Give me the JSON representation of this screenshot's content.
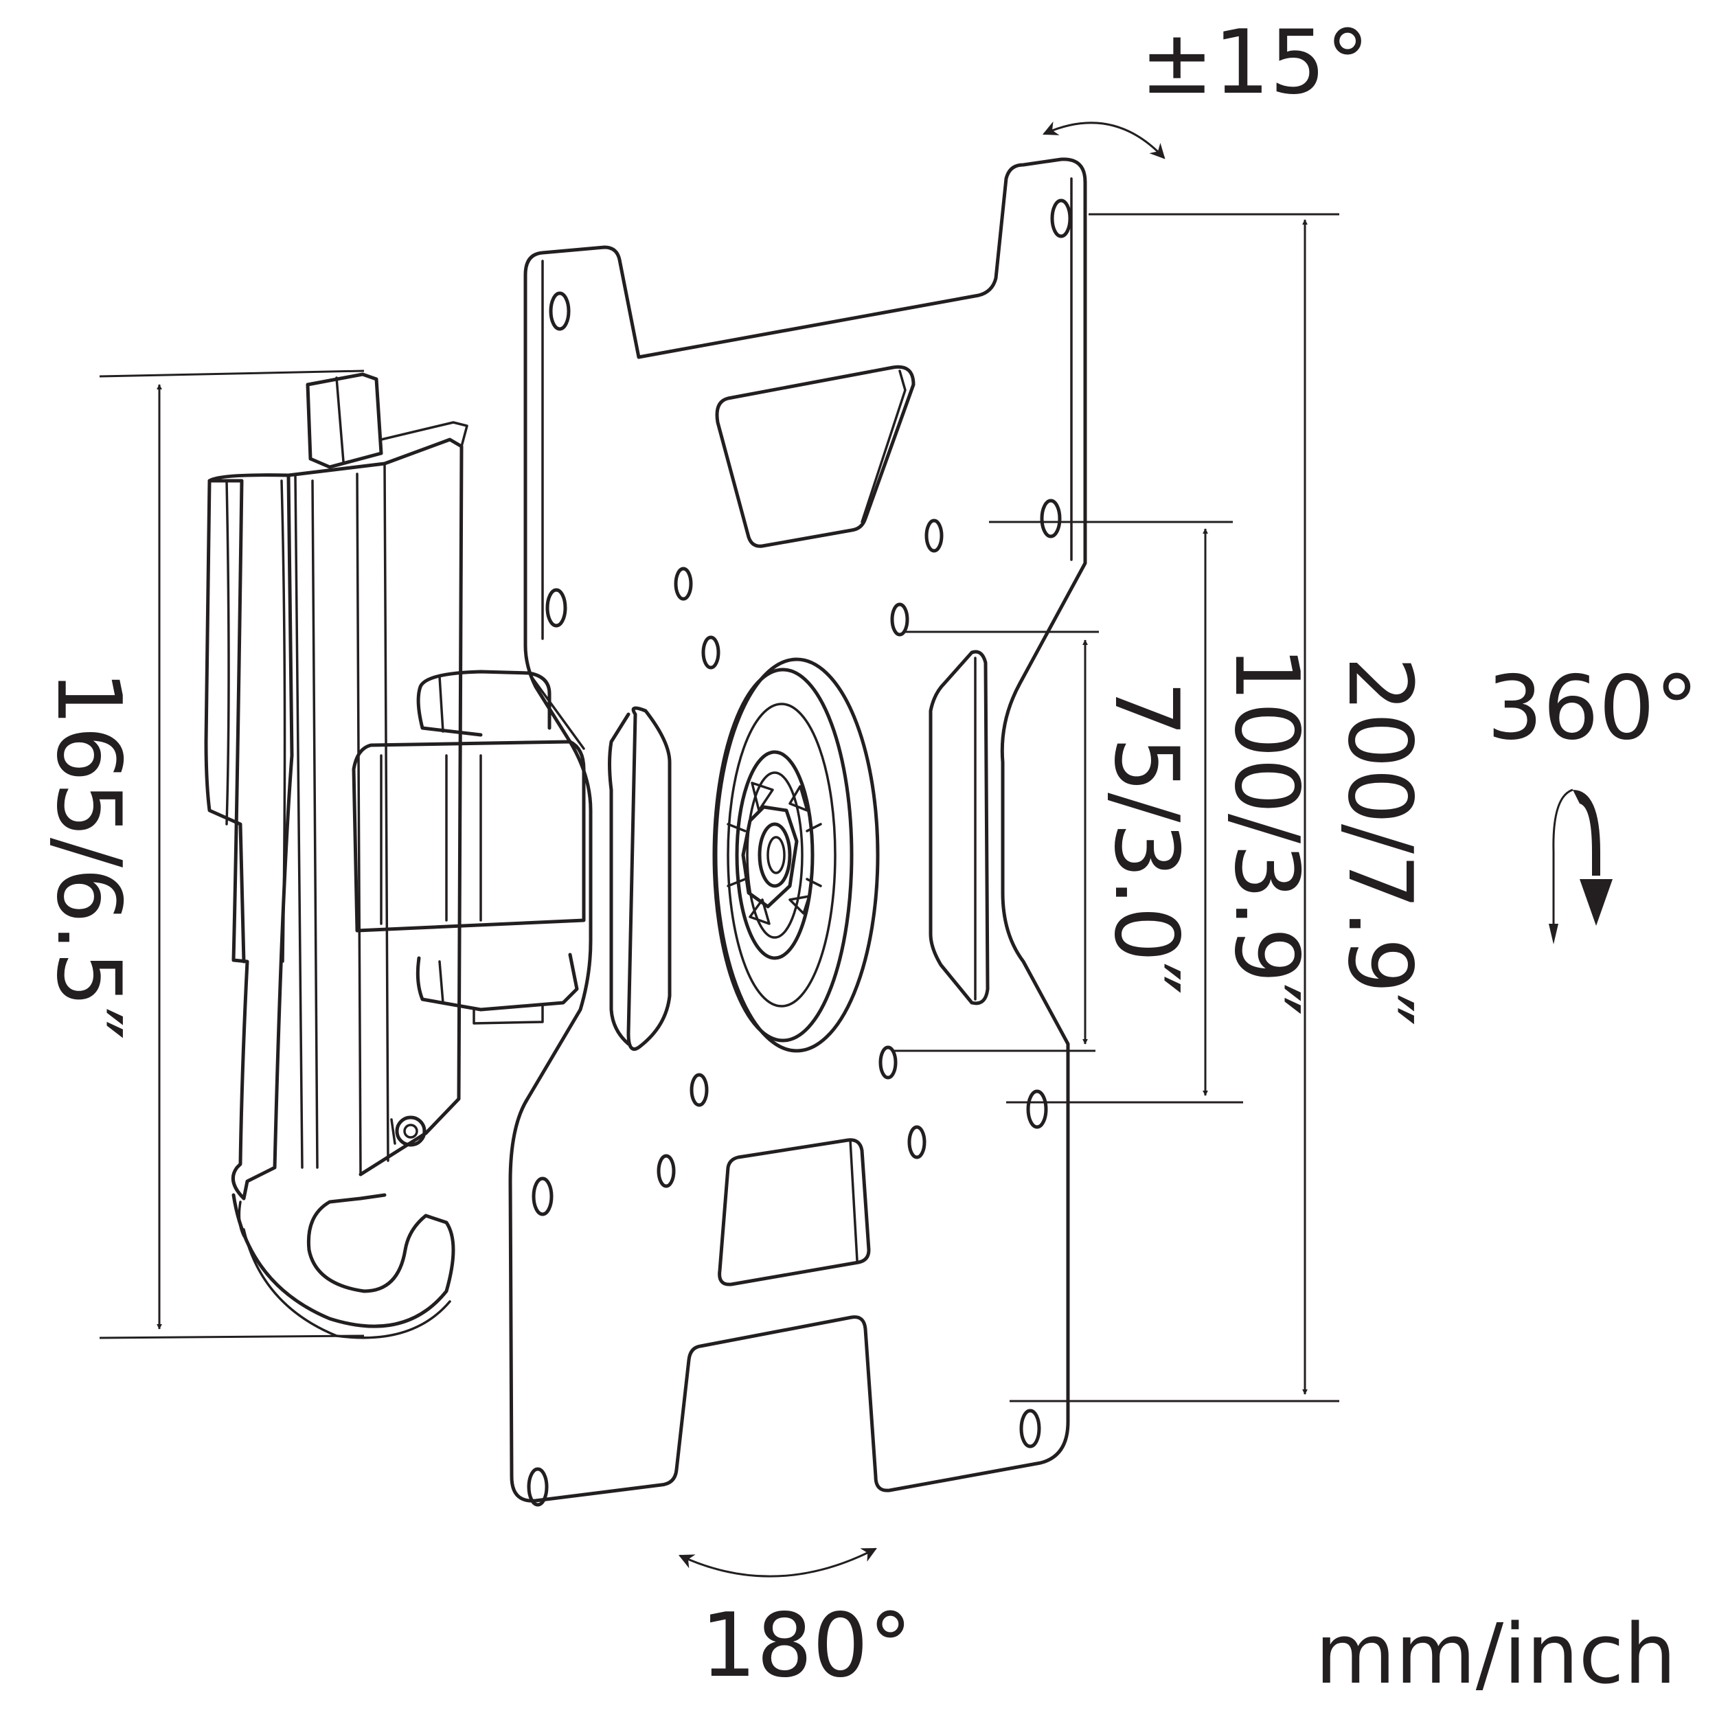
{
  "labels": {
    "tilt": "±15°",
    "rotation": "360°",
    "swivel": "180°",
    "units": "mm/inch"
  },
  "dimensions": {
    "arm_height": "165/6.5″",
    "vesa_small": "75/3.0″",
    "vesa_medium": "100/3.9″",
    "vesa_large": "200/7.9″"
  },
  "colors": {
    "ink": "#231f20",
    "background": "#ffffff"
  },
  "icons": [
    "curved-double-arrow-icon",
    "rotation-arrow-icon"
  ]
}
